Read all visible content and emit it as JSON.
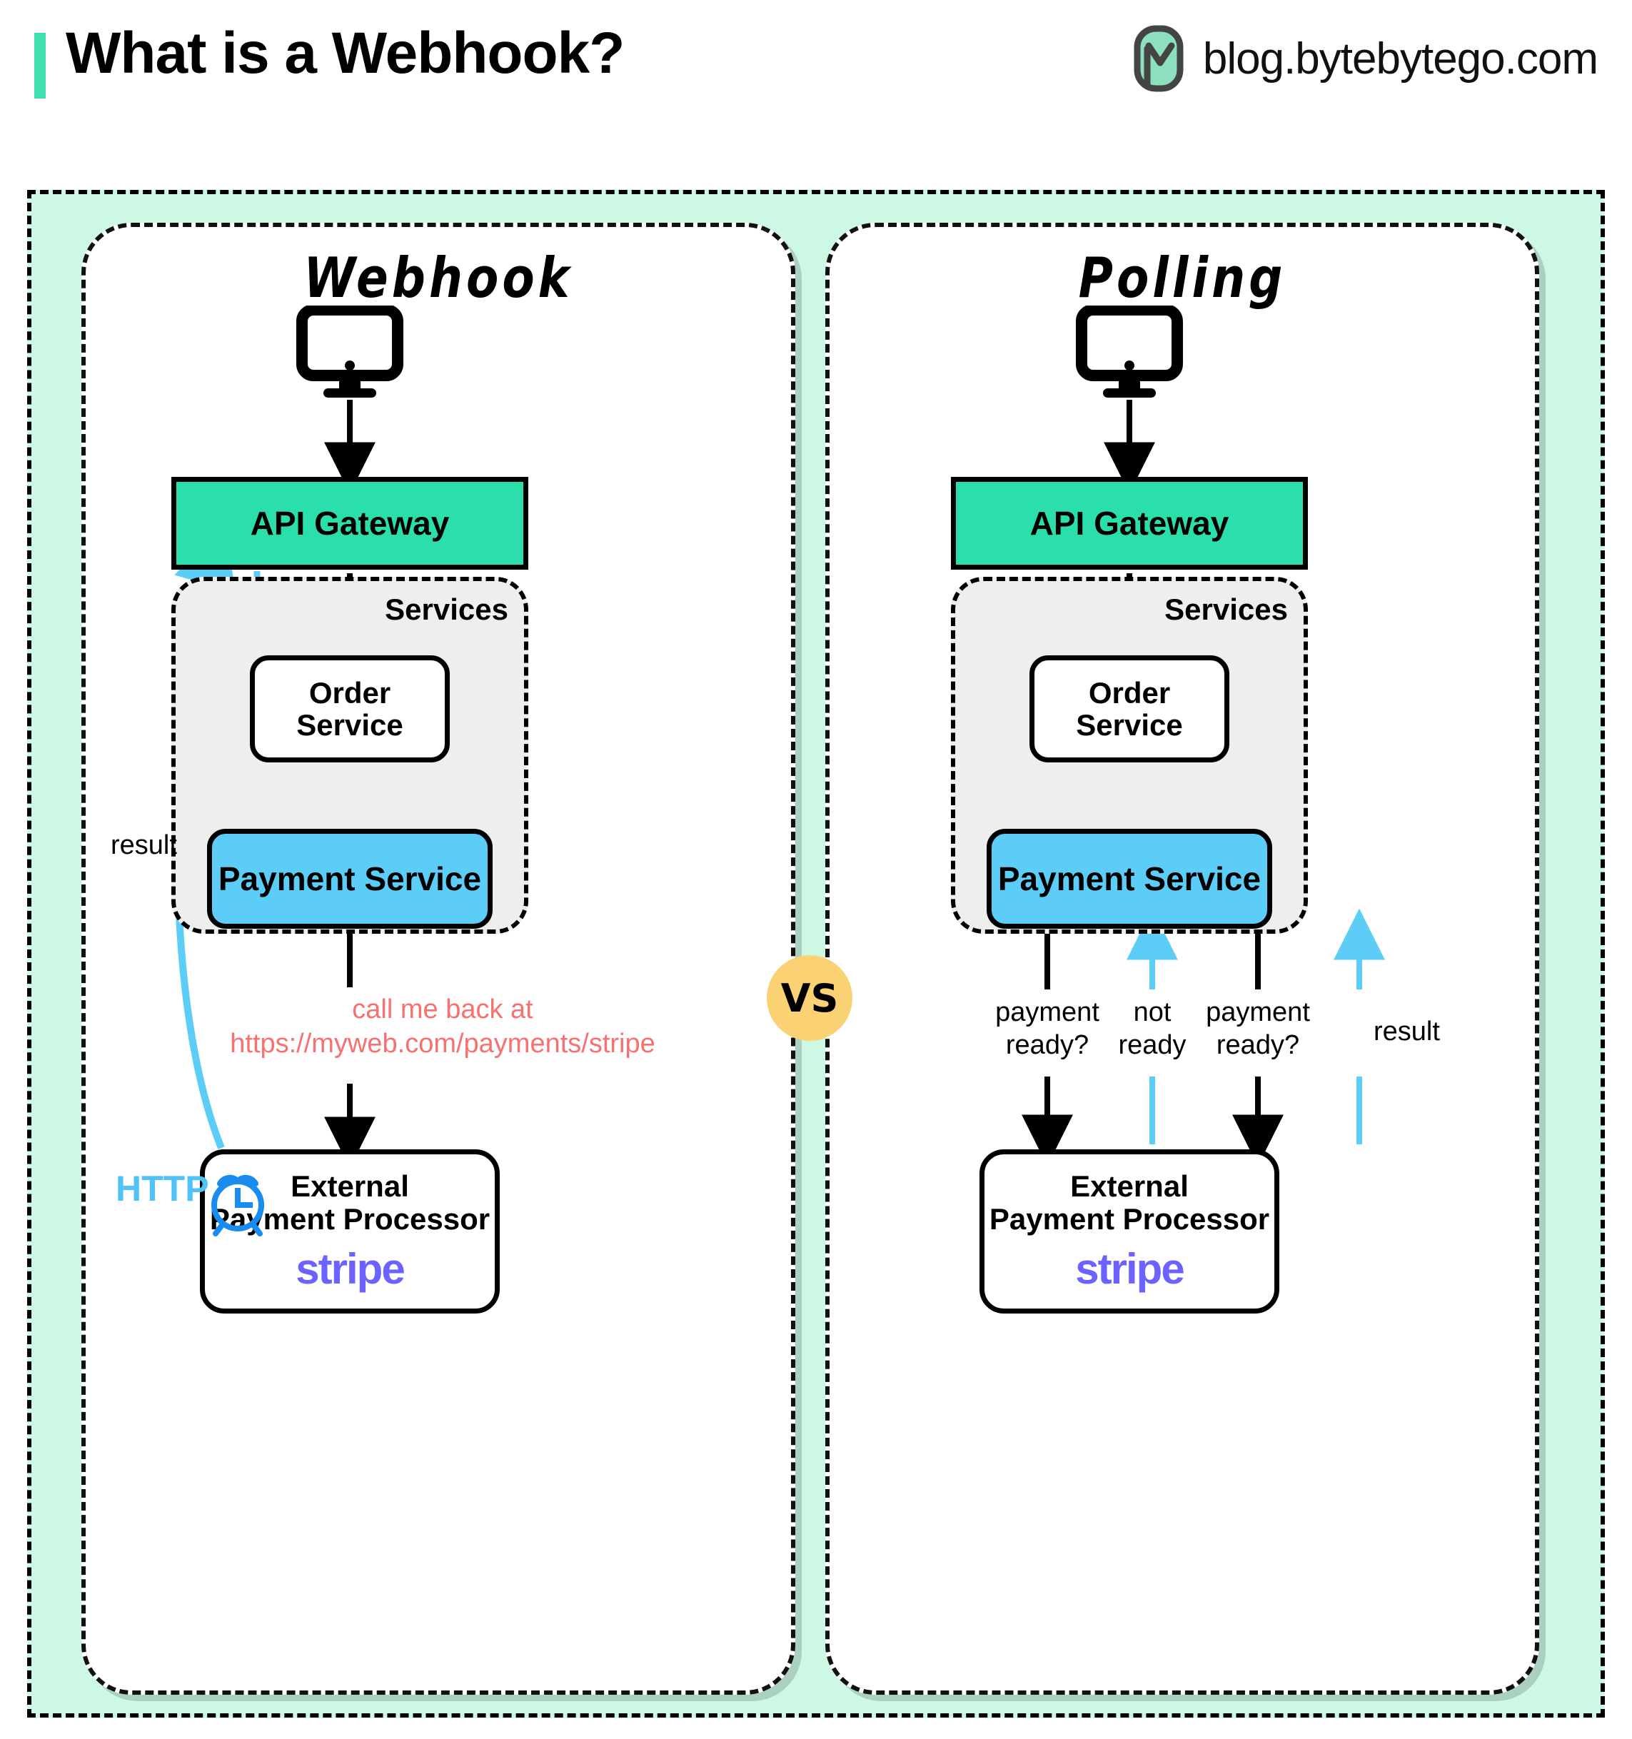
{
  "header": {
    "title": "What is a Webhook?",
    "brand_url": "blog.bytebytego.com",
    "accent_color": "#3ee0b0",
    "logo_icon": "bytebytego-logo-icon"
  },
  "colors": {
    "canvas_mint": "#cdf8e4",
    "api_gateway": "#2adfab",
    "payment_service": "#5bcdf7",
    "services_gray": "#eeeeee",
    "callback_red": "#f87171",
    "http_blue": "#4fc3f7",
    "clock_blue": "#1a8cf0",
    "stripe_purple": "#6b62ff",
    "vs_yellow": "#fbd273"
  },
  "vs_badge": {
    "label": "VS"
  },
  "panels": [
    {
      "id": "webhook",
      "title": "Webhook",
      "nodes": {
        "client": "monitor-icon",
        "api_gateway": "API Gateway",
        "services_label": "Services",
        "order_service_line1": "Order",
        "order_service_line2": "Service",
        "payment_service": "Payment Service",
        "external_line1": "External",
        "external_line2": "Payment Processor",
        "stripe": "stripe"
      },
      "annotations": {
        "callback_line1": "call me back at",
        "callback_line2": "https://myweb.com/payments/stripe",
        "result": "result",
        "http": "HTTP",
        "clock_icon": "alarm-clock-icon"
      }
    },
    {
      "id": "polling",
      "title": "Polling",
      "nodes": {
        "client": "monitor-icon",
        "api_gateway": "API Gateway",
        "services_label": "Services",
        "order_service_line1": "Order",
        "order_service_line2": "Service",
        "payment_service": "Payment Service",
        "external_line1": "External",
        "external_line2": "Payment Processor",
        "stripe": "stripe"
      },
      "annotations": {
        "poll1_line1": "payment",
        "poll1_line2": "ready?",
        "poll2_line1": "not",
        "poll2_line2": "ready",
        "poll3_line1": "payment",
        "poll3_line2": "ready?",
        "poll4": "result"
      }
    }
  ]
}
